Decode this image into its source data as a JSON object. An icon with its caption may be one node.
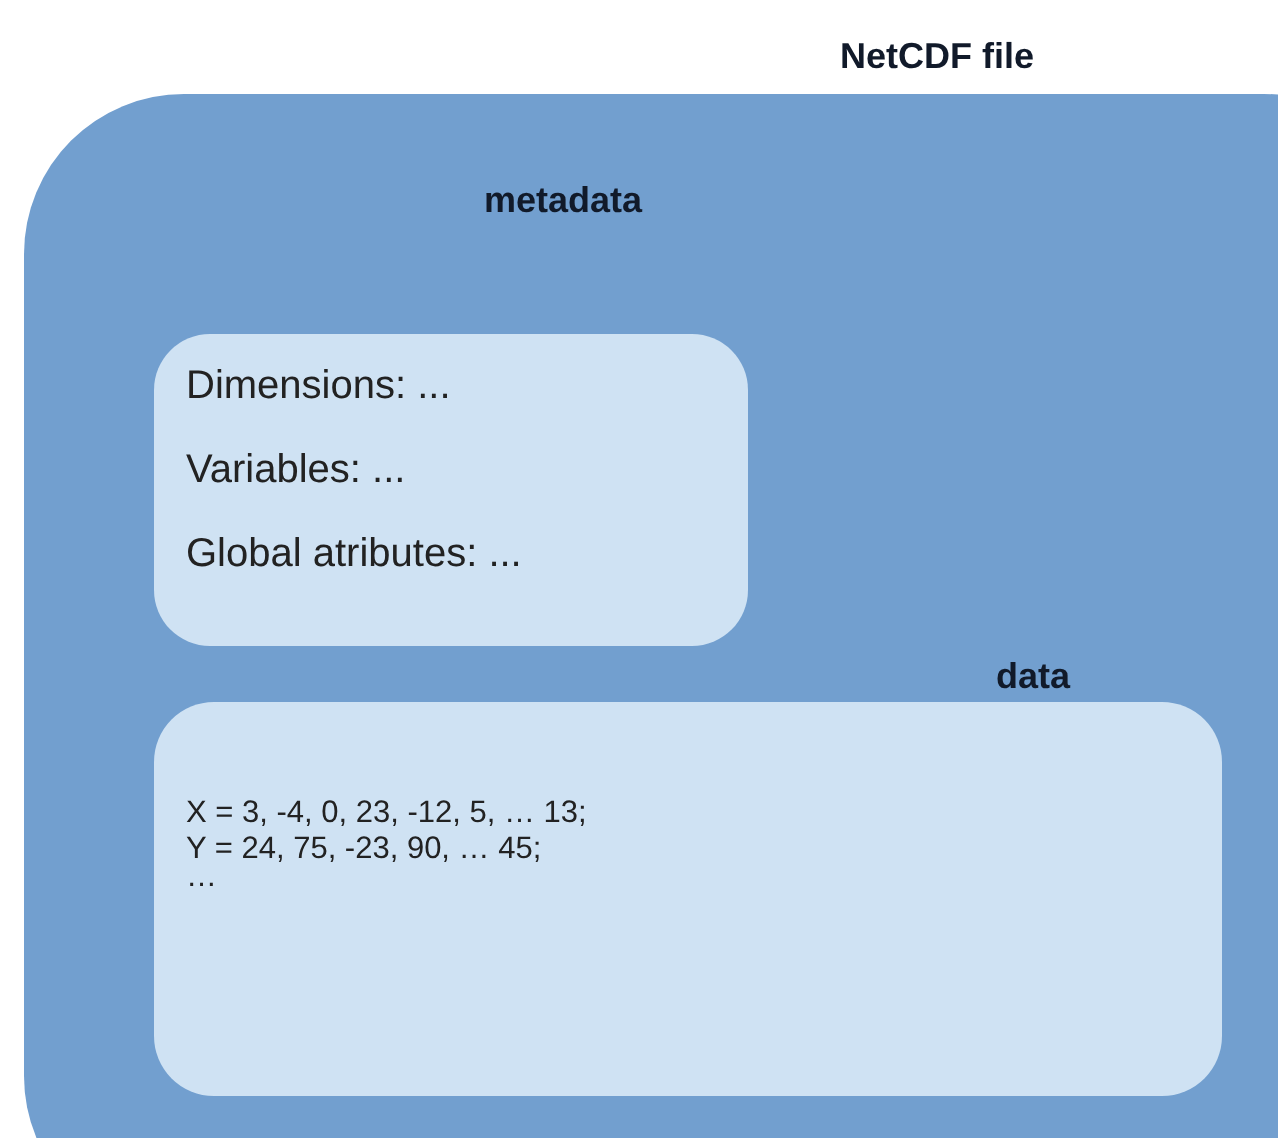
{
  "diagram": {
    "nodes": [
      {
        "text": [
          "NetCDF file"
        ]
      },
      {
        "text": [
          "metadata",
          "Dimensions: ...",
          "Variables: ...",
          "Global atributes: ..."
        ],
        "in": 0
      },
      {
        "text": [
          "data",
          "X = 3, -4, 0, 23, -12, 5, … 13;",
          "Y = 24, 75, -23, 90, … 45;",
          "…"
        ],
        "in": 0
      }
    ]
  }
}
